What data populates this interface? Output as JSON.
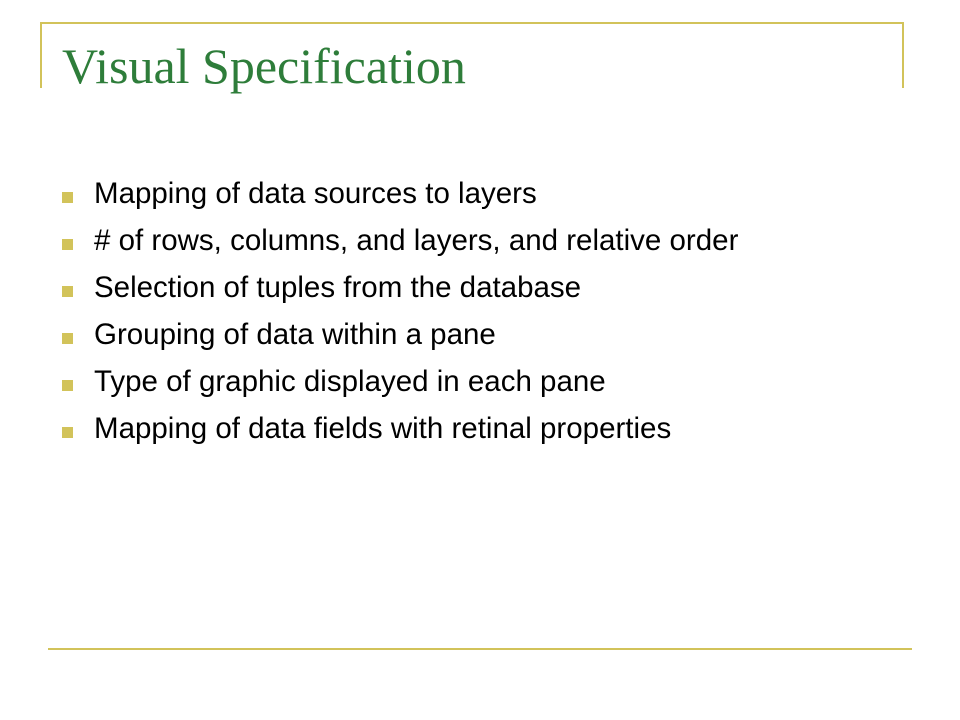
{
  "slide": {
    "title": "Visual Specification",
    "bullets": [
      "Mapping of data sources to layers",
      "# of rows, columns, and layers, and relative order",
      "Selection of tuples from the database",
      "Grouping of data within a pane",
      "Type of graphic displayed in each pane",
      "Mapping of data fields with retinal properties"
    ]
  },
  "colors": {
    "title": "#2e7d3a",
    "accent": "#d2c35a",
    "text": "#000000",
    "background": "#ffffff"
  }
}
